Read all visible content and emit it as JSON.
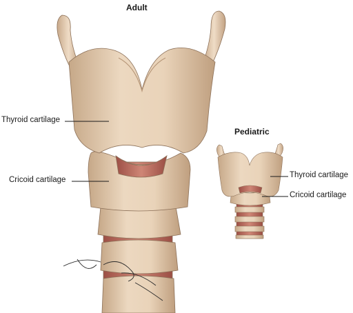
{
  "adult": {
    "title": "Adult",
    "labels": {
      "thyroid": "Thyroid cartilage",
      "cricoid": "Cricoid cartilage"
    }
  },
  "pediatric": {
    "title": "Pediatric",
    "labels": {
      "thyroid": "Thyroid cartilage",
      "cricoid": "Cricoid cartilage"
    }
  },
  "colors": {
    "cartilage": "#e8d2b8",
    "cartilage_shadow": "#c9ab8a",
    "membrane": "#b86a5c",
    "outline": "#8c7058"
  }
}
